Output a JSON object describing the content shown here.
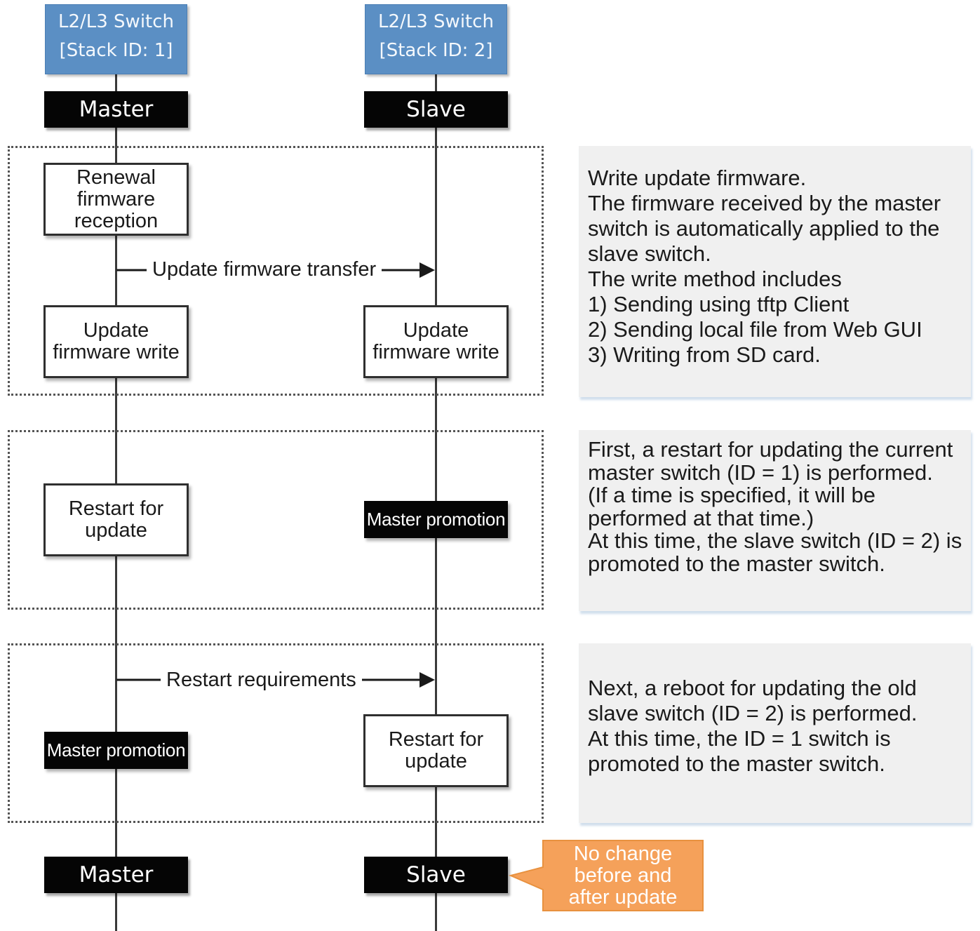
{
  "devices": [
    {
      "name": "L2/L3 Switch",
      "stack": "[Stack ID: 1]"
    },
    {
      "name": "L2/L3 Switch",
      "stack": "[Stack ID: 2]"
    }
  ],
  "roles_before": [
    "Master",
    "Slave"
  ],
  "roles_after": [
    "Master",
    "Slave"
  ],
  "phase1": {
    "master_step1": "Renewal\nfirmware\nreception",
    "transfer_label": "Update firmware transfer",
    "master_step2": "Update\nfirmware write",
    "slave_step": "Update\nfirmware write",
    "note": [
      "Write update firmware.",
      "The firmware received by the master switch is automatically applied to the slave switch.",
      "The write method includes",
      "1) Sending using tftp Client",
      "2) Sending local file from Web GUI",
      "3) Writing from SD card."
    ]
  },
  "phase2": {
    "master_step": "Restart for\nupdate",
    "slave_step": "Master promotion",
    "note": [
      "First, a restart for updating the current master switch (ID = 1) is performed.",
      "(If a time is specified, it will be performed at that time.)",
      "At this time, the slave switch (ID = 2) is promoted to the master switch."
    ]
  },
  "phase3": {
    "restart_label": "Restart requirements",
    "master_step": "Master promotion",
    "slave_step": "Restart for\nupdate",
    "note": [
      "Next, a reboot for updating the old slave switch (ID = 2) is performed.",
      "At this time, the ID = 1 switch is promoted to the master switch."
    ]
  },
  "callout": "No change\nbefore and\nafter update",
  "colors": {
    "device_fill": "#5b8fc4",
    "role_fill": "#050505",
    "callout_fill": "#f5a15a",
    "note_fill": "#f0f0f0"
  }
}
